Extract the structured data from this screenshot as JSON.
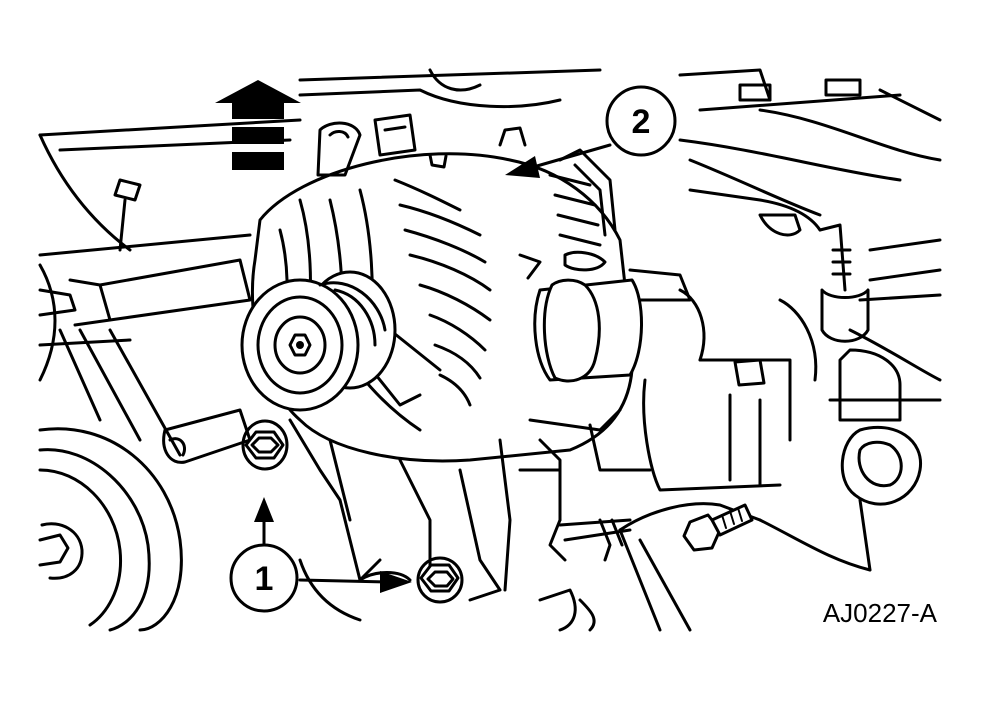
{
  "figure": {
    "id_label": "AJ0227-A",
    "background": "#ffffff",
    "line_color": "#000000"
  },
  "callouts": [
    {
      "number": "1"
    },
    {
      "number": "2"
    }
  ],
  "icons": {
    "front_indicator": "front-of-vehicle-arrow-icon"
  }
}
